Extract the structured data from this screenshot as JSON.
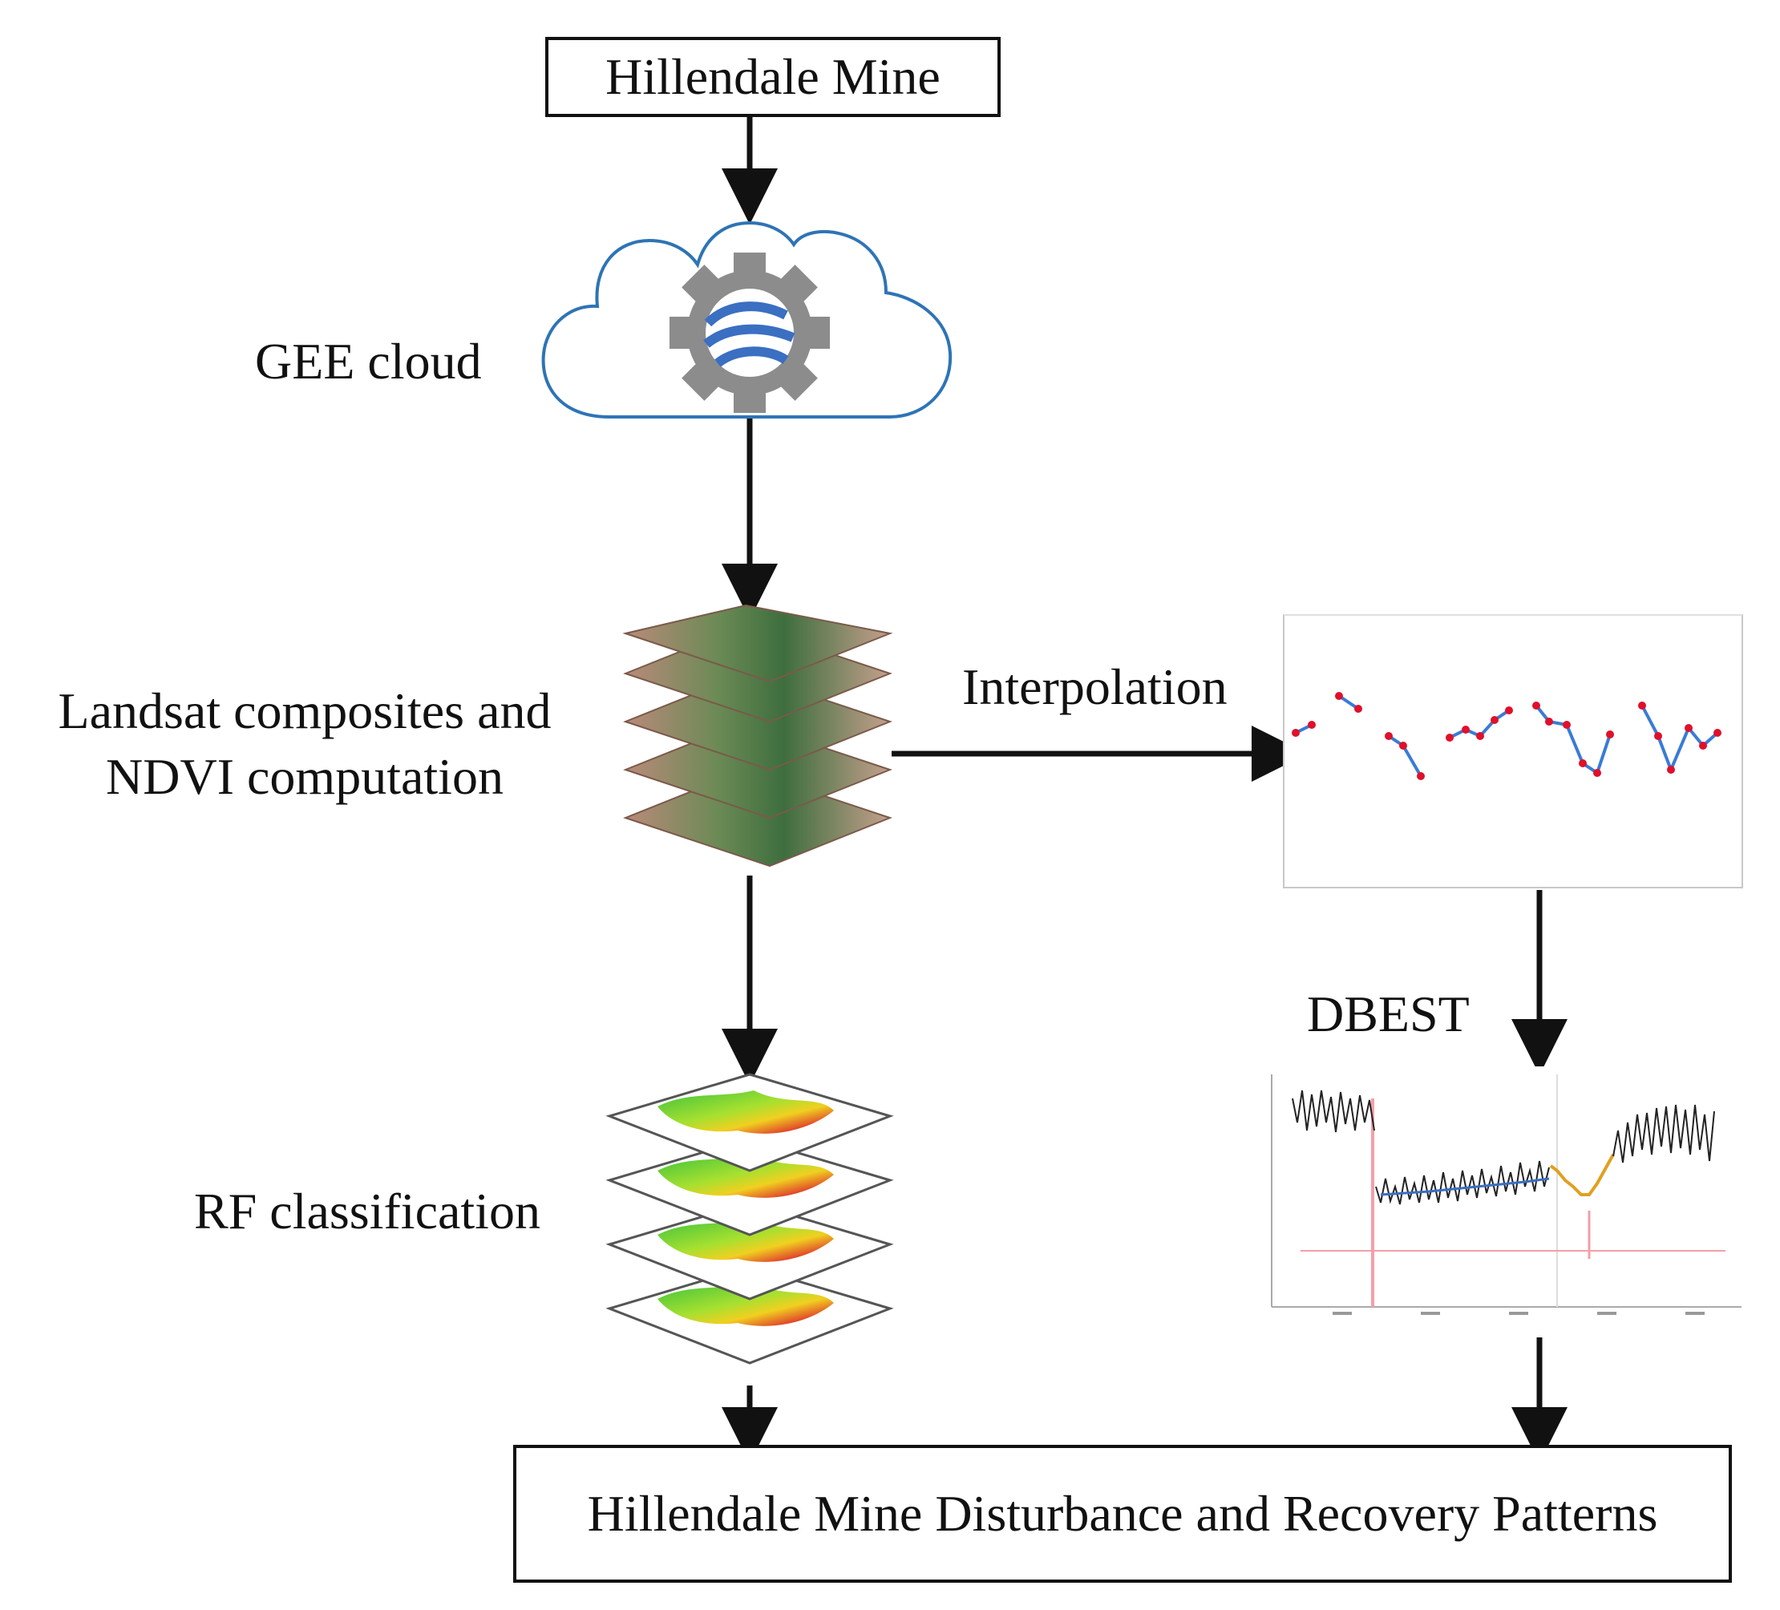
{
  "nodes": {
    "start": "Hillendale Mine",
    "gee": "GEE cloud",
    "landsat_line1": "Landsat composites and",
    "landsat_line2": "NDVI computation",
    "interpolation": "Interpolation",
    "dbest": "DBEST",
    "rf": "RF classification",
    "result": "Hillendale Mine Disturbance and Recovery Patterns"
  },
  "colors": {
    "arrow": "#111111",
    "cloud_outline": "#2e74b5",
    "gear": "#8a8a8a",
    "globe": "#3a6fc2",
    "ndvi_line": "#3a7bd5",
    "ndvi_point": "#e0102a",
    "dbest_trend": "#e0a020",
    "dbest_break": "#f2a0a8"
  },
  "icons": [
    "google-earth-engine-gear-icon",
    "cloud-icon",
    "landsat-image-stack-icon",
    "classification-map-stack-icon",
    "ndvi-timeseries-thumbnail",
    "dbest-plot-thumbnail"
  ]
}
